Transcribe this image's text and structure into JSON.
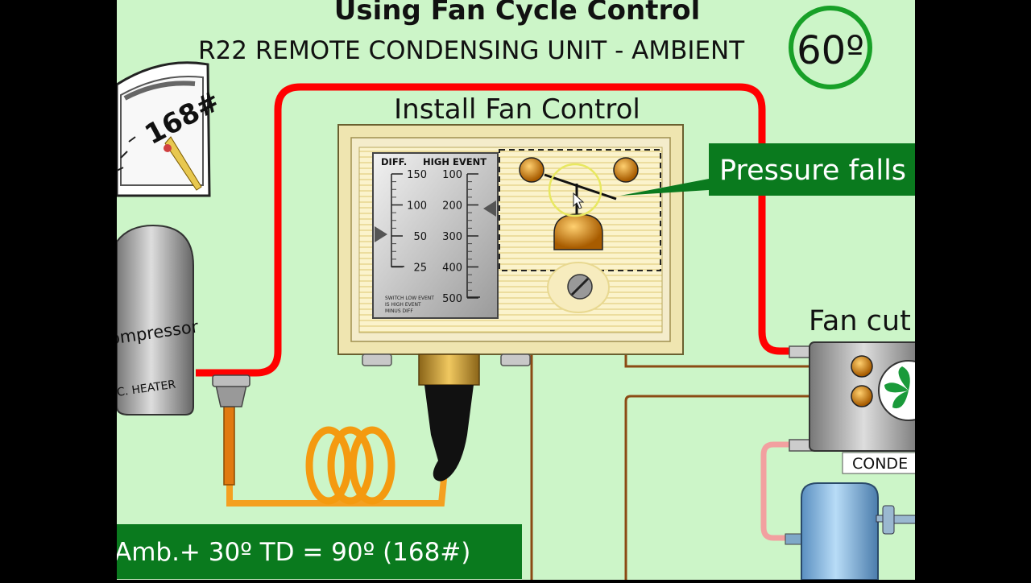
{
  "header": {
    "title": "Using Fan Cycle Control",
    "subtitle": "R22  REMOTE CONDENSING UNIT -  AMBIENT",
    "ambient_value": "60º"
  },
  "gauge": {
    "reading": "168#"
  },
  "compressor": {
    "label": "ompressor",
    "heater_label": ".C. HEATER"
  },
  "fan_control": {
    "caption": "Install Fan Control",
    "diff_label": "DIFF.",
    "high_event_label": "HIGH EVENT",
    "diff_scale": [
      "150",
      "100",
      "50",
      "25"
    ],
    "high_scale": [
      "100",
      "200",
      "300",
      "400",
      "500"
    ],
    "note_lines": [
      "SWITCH LOW EVENT",
      "IS HIGH EVENT",
      "MINUS DIFF"
    ]
  },
  "callout": {
    "text": "Pressure falls"
  },
  "condenser": {
    "fan_label": "Fan cut",
    "label": "CONDE"
  },
  "formula": {
    "text": "Amb.+ 30º TD = 90º (168#)"
  },
  "colors": {
    "background": "#ccf5c8",
    "hot_gas_line": "#ff0000",
    "capillary": "#f4a020",
    "wire": "#8b4a14",
    "callout_green": "#0a7a1e",
    "ambient_ring": "#18a028"
  }
}
